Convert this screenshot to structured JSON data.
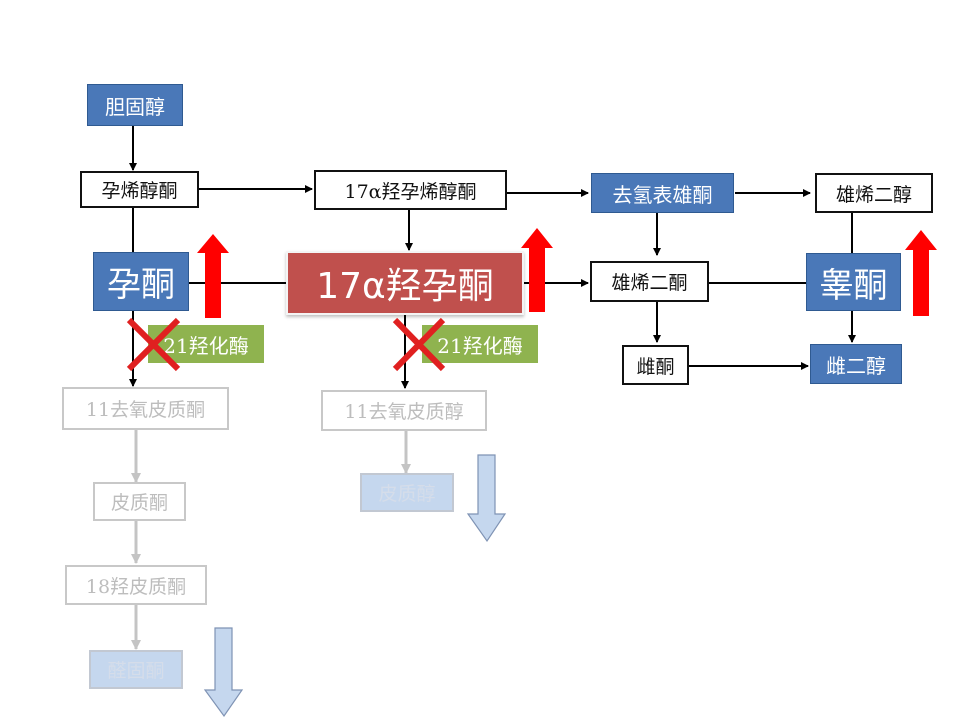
{
  "diagram": {
    "nodes": {
      "cholesterol": "胆固醇",
      "pregnenolone": "孕烯醇酮",
      "oh17_pregnenolone": "17α羟孕烯醇酮",
      "dhea": "去氢表雄酮",
      "androstenediol": "雄烯二醇",
      "progesterone": "孕酮",
      "oh17_progesterone": "17α羟孕酮",
      "androstenedione": "雄烯二酮",
      "testosterone": "睾酮",
      "estrone": "雌酮",
      "estradiol": "雌二醇",
      "deoxycorticosterone": "11去氧皮质酮",
      "corticosterone": "皮质酮",
      "oh18_corticosterone": "18羟皮质酮",
      "aldosterone": "醛固酮",
      "deoxycortisol": "11去氧皮质醇",
      "cortisol": "皮质醇"
    },
    "enzyme_labels": {
      "left": "21羟化酶",
      "middle": "21羟化酶"
    },
    "indicators": {
      "increased": "red up arrows (progesterone, 17α-OH progesterone, testosterone)",
      "decreased": "blue down arrows (cortisol, aldosterone)",
      "blocked": "red X over 21-hydroxylase steps"
    },
    "colors": {
      "blue_node": "#4a78b8",
      "red_node": "#c0504d",
      "green_label": "#8fb34f",
      "up_arrow": "#ff0000",
      "down_arrow": "#c5d7ee",
      "block_x": "#e02020",
      "faded_text": "#bdbdbd"
    }
  }
}
